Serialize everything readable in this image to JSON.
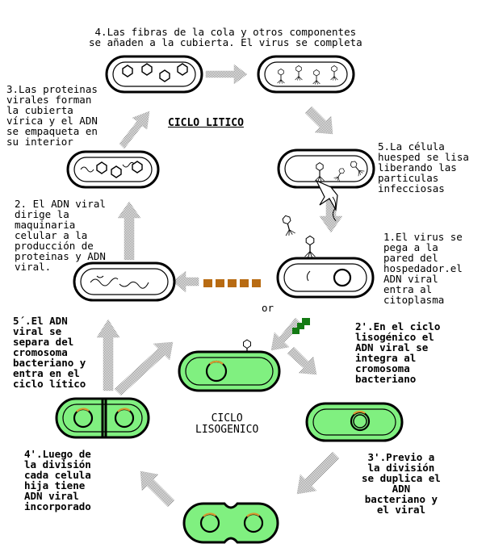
{
  "lytic": {
    "title": "CICLO LITICO",
    "step1": "1.El virus se\npega a la\npared del\nhospedador.el\nADN viral\nentra al\ncitoplasma",
    "step2": "2. El ADN viral\ndirige la\nmaquinaria\ncelular a la\nproducción de\nproteinas y ADN\nviral.",
    "step3": "3.Las proteinas\nvirales forman\nla cubierta\nvírica y el ADN\nse empaqueta en\nsu interior",
    "step4": "4.Las fibras de la cola y otros componentes\nse añaden a la cubierta. El virus se completa",
    "step5": "5.La célula\nhuesped se lisa\nliberando las\nparticulas\ninfecciosas"
  },
  "lysogenic": {
    "title": "CICLO\nLISOGENICO",
    "step2p": "2'.En el ciclo\nlisogénico el\nADN viral se\nintegra al\ncromosoma\nbacteriano",
    "step3p": "3'.Previo a\nla división\nse duplica el\nADN\nbacteriano y\nel viral",
    "step4p": "4'.Luego de\nla división\ncada celula\nhija tiene\nADN viral\nincorporado",
    "step5p": "5´.El ADN\nviral se\nsepara del\ncromosoma\nbacteriano y\nentra en el\nciclo lítico"
  },
  "or_label": "or",
  "colors": {
    "cell_green": "#80f080",
    "cell_white": "#ffffff",
    "arrow_gray": "#cfcfcf",
    "block_brown": "#b86b12",
    "block_green": "#137a13",
    "dna_orange": "#d89a30"
  }
}
